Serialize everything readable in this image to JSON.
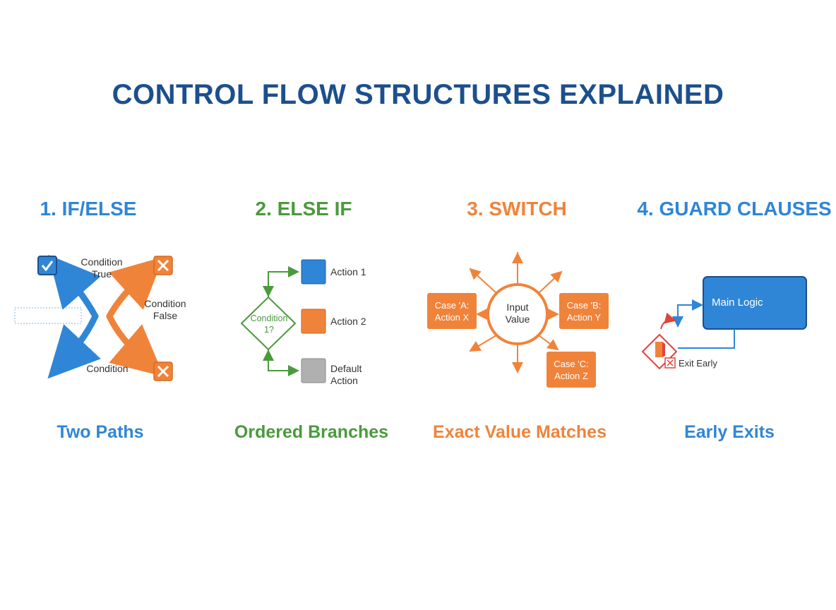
{
  "title": "CONTROL FLOW STRUCTURES EXPLAINED",
  "sections": [
    {
      "heading": "1. IF/ELSE",
      "caption": "Two Paths",
      "labels": {
        "condition_true": "Condition\nTrue",
        "condition_false": "Condition\nFalse",
        "condition": "Condition"
      },
      "icons": [
        "checkbox-checked-icon",
        "close-icon",
        "close-icon"
      ]
    },
    {
      "heading": "2. ELSE IF",
      "caption": "Ordered Branches",
      "labels": {
        "condition": "Condition",
        "condition_num": "1?",
        "action1": "Action 1",
        "action2": "Action 2",
        "default_line1": "Default",
        "default_line2": "Action"
      }
    },
    {
      "heading": "3. SWITCH",
      "caption": "Exact Value Matches",
      "labels": {
        "input_line1": "Input",
        "input_line2": "Value",
        "case_a_line1": "Case 'A:",
        "case_a_line2": "Action X",
        "case_b_line1": "Case 'B:",
        "case_b_line2": "Action Y",
        "case_c_line1": "Case 'C:",
        "case_c_line2": "Action Z"
      }
    },
    {
      "heading": "4. GUARD CLAUSES",
      "caption": "Early Exits",
      "labels": {
        "main_logic": "Main Logic",
        "exit_early": "Exit Early"
      },
      "icons": [
        "exit-door-icon",
        "close-icon"
      ]
    }
  ],
  "colors": {
    "title": "#1c4f8d",
    "blue": "#2f86d6",
    "green": "#4a9a3c",
    "orange": "#f0833a",
    "gray": "#b0b0b0",
    "red": "#e0443a"
  }
}
